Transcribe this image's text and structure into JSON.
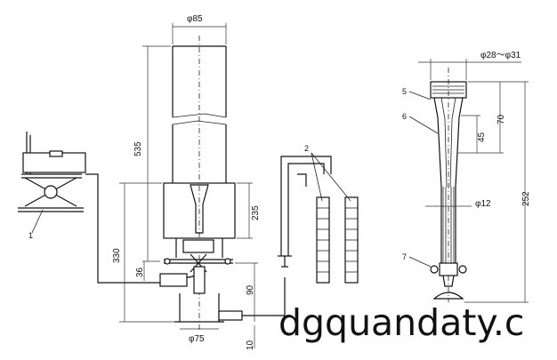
{
  "dimensions": {
    "top_diameter": "φ85",
    "height_535": "535",
    "height_235": "235",
    "height_330": "330",
    "height_36": "36",
    "height_90": "90",
    "height_10": "10",
    "bottom_diameter": "φ75",
    "probe_diameter": "φ28～φ31",
    "probe_70": "70",
    "probe_45": "45",
    "probe_252": "252",
    "probe_inner": "φ12"
  },
  "part_labels": {
    "l1": "1",
    "l2": "2",
    "l5": "5",
    "l6": "6",
    "l7": "7"
  },
  "watermark": "dgquandaty.c"
}
